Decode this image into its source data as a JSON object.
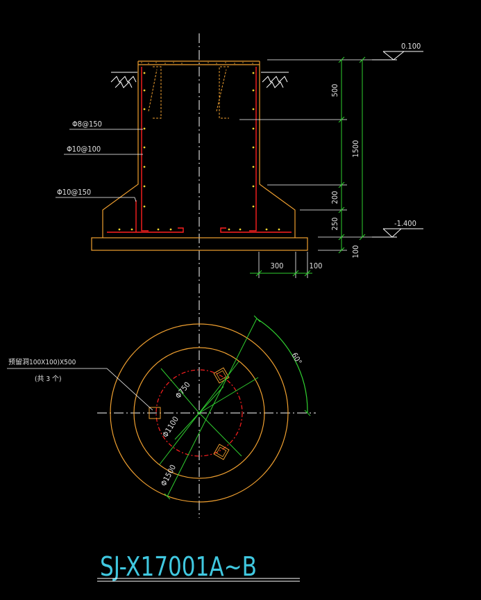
{
  "elevation": {
    "levels": {
      "top": "0.100",
      "bottom": "-1.400"
    },
    "dimensions": {
      "d500": "500",
      "d1500": "1500",
      "d200": "200",
      "d250": "250",
      "d100v": "100",
      "d300": "300",
      "d100h": "100"
    },
    "rebar_labels": {
      "r1": "Φ8@150",
      "r2": "Φ10@100",
      "r3": "Φ10@150"
    }
  },
  "plan": {
    "diameters": {
      "d750": "Φ750",
      "d1100": "Φ1100",
      "d1500": "Φ1500"
    },
    "angle": "60°",
    "hole_note_line1": "预留洞100X100)X500",
    "hole_note_line2": "(共 3 个)"
  },
  "title": "SJ-X17001A~B",
  "colors": {
    "outline": "#f0a030",
    "rebar": "#ff2020",
    "dim": "#30d030",
    "text": "#e0e0e0",
    "title": "#40c8e0",
    "axis": "#ffffff"
  }
}
